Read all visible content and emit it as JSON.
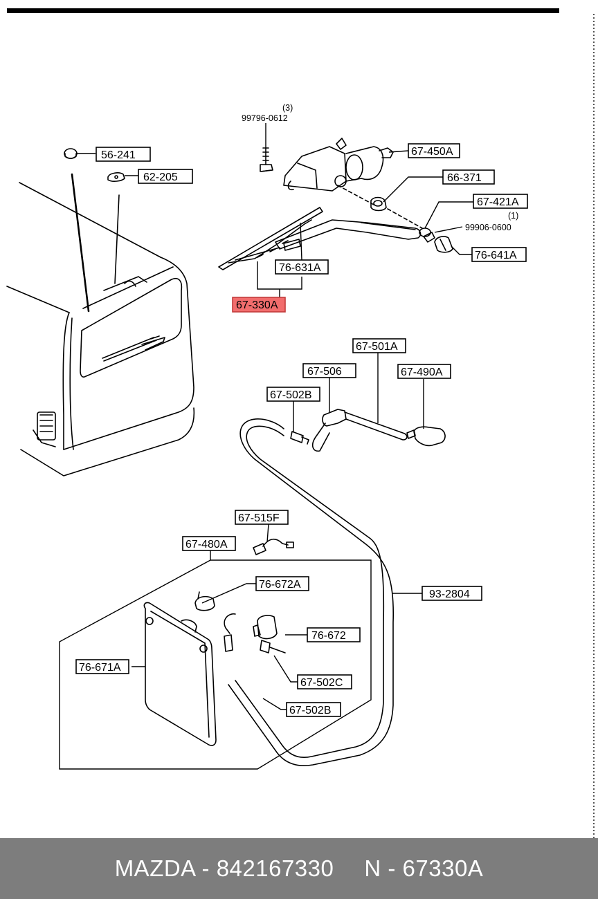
{
  "diagram": {
    "labels": {
      "p56241": "56-241",
      "p62205": "62-205",
      "p67450A": "67-450A",
      "p66371": "66-371",
      "p67421A": "67-421A",
      "p76641A": "76-641A",
      "p76631A": "76-631A",
      "p67330A": "67-330A",
      "p67501A": "67-501A",
      "p67506": "67-506",
      "p67490A": "67-490A",
      "p67502B_top": "67-502B",
      "p67515F": "67-515F",
      "p67480A": "67-480A",
      "p76672A": "76-672A",
      "p932804": "93-2804",
      "p76672": "76-672",
      "p76671A": "76-671A",
      "p67502C": "67-502C",
      "p67502B_bottom": "67-502B"
    },
    "notes": {
      "qty3": "(3)",
      "bolt": "99796-0612",
      "qty1": "(1)",
      "nut": "99906-0600"
    },
    "highlight_color": "#f26d6d"
  },
  "footer": {
    "brand": "MAZDA - 842167330",
    "part": "N - 67330A"
  }
}
